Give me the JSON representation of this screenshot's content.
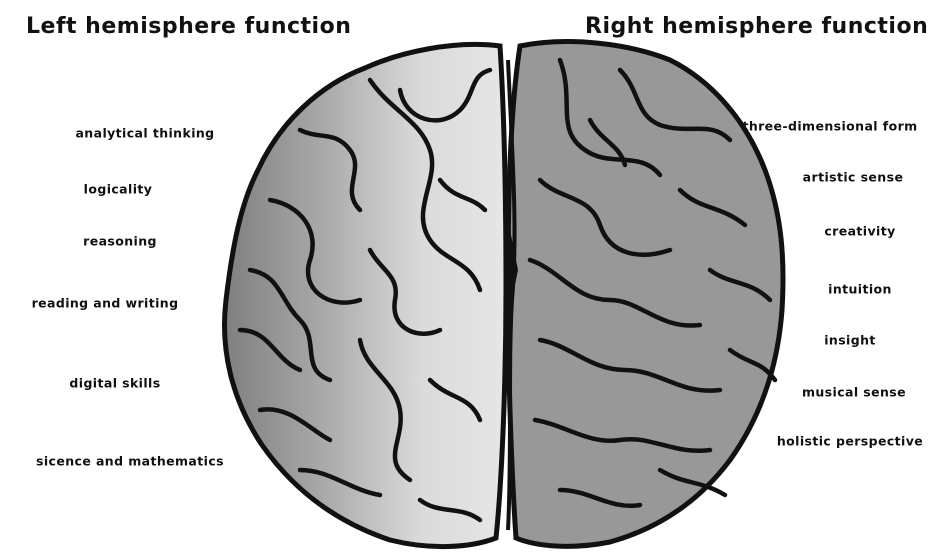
{
  "titles": {
    "left": "Left hemisphere function",
    "right": "Right hemisphere function"
  },
  "left_functions": [
    "analytical thinking",
    "logicality",
    "reasoning",
    "reading and writing",
    "digital skills",
    "sicence and mathematics"
  ],
  "right_functions": [
    "three-dimensional form",
    "artistic sense",
    "creativity",
    "intuition",
    "insight",
    "musical sense",
    "holistic perspective"
  ],
  "colors": {
    "left_hemisphere_outer": "#8c8c8c",
    "left_hemisphere_inner": "#e2e2e2",
    "right_hemisphere": "#989898",
    "outline": "#111111",
    "background": "#ffffff"
  }
}
